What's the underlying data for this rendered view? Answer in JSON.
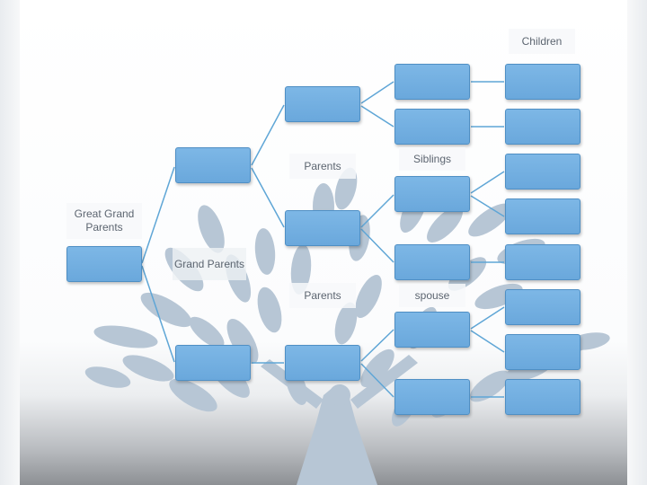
{
  "labels": {
    "great_grand_parents": "Great Grand Parents",
    "grand_parents": "Grand Parents",
    "parents_top": "Parents",
    "parents_bottom": "Parents",
    "siblings": "Siblings",
    "spouse": "spouse",
    "children": "Children"
  },
  "colors": {
    "box_fill": "#74b0e2",
    "box_border": "#4f8fc4",
    "connector": "#5fa6d6",
    "tree_silhouette": "#b4c4d3"
  }
}
